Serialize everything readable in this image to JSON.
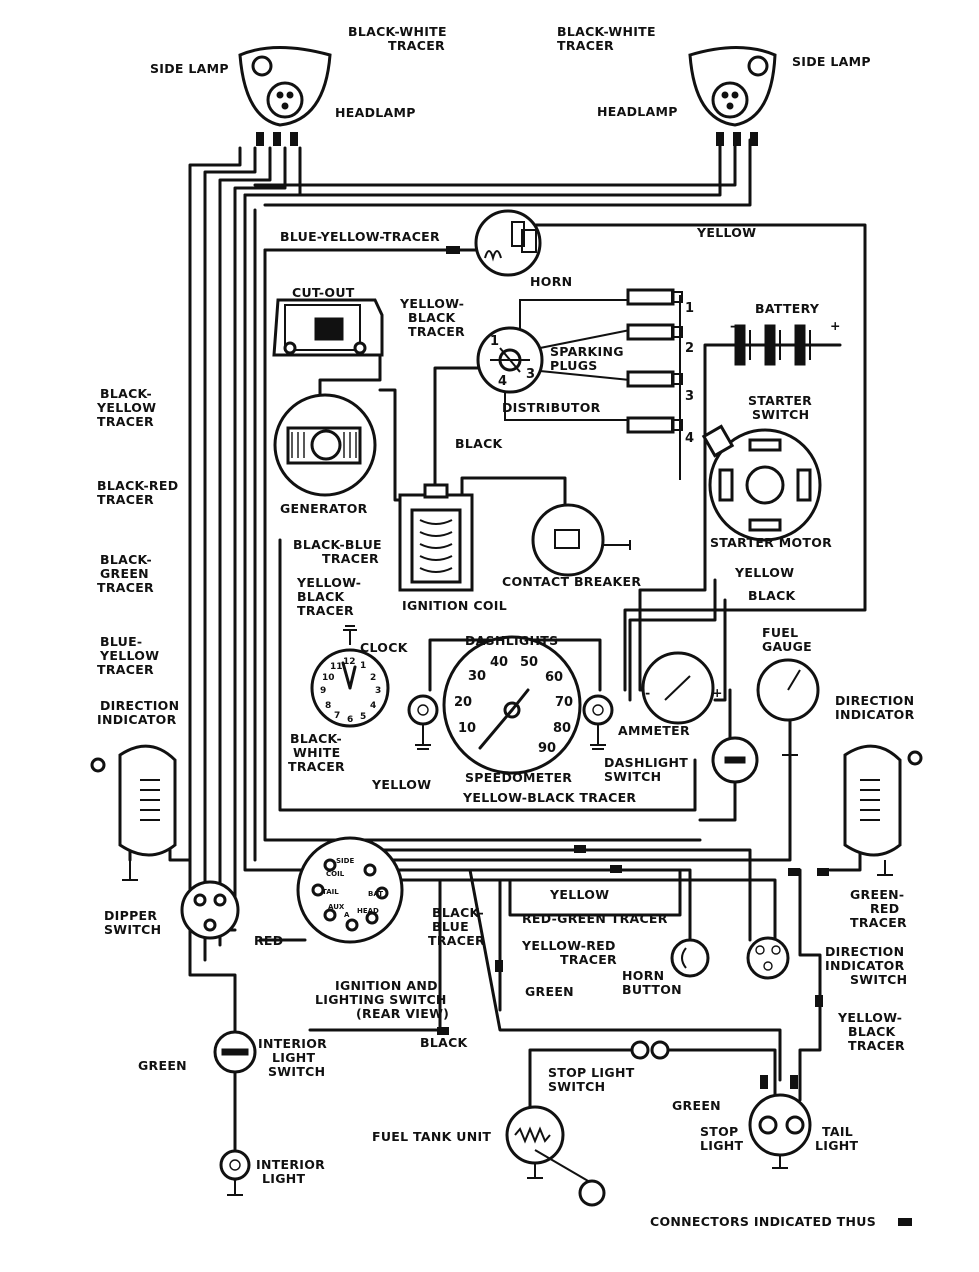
{
  "labels": {
    "side_lamp_l": "SIDE LAMP",
    "side_lamp_r": "SIDE LAMP",
    "bw_tracer_l1": "BLACK-WHITE",
    "bw_tracer_l2": "TRACER",
    "bw_tracer_r1": "BLACK-WHITE",
    "bw_tracer_r2": "TRACER",
    "headlamp_l": "HEADLAMP",
    "headlamp_r": "HEADLAMP",
    "blue_yellow_tracer_top": "BLUE-YELLOW-TRACER",
    "yellow_top": "YELLOW",
    "horn": "HORN",
    "battery": "BATTERY",
    "cut_out": "CUT-OUT",
    "yb_tracer_1": "YELLOW-",
    "yb_tracer_2": "BLACK",
    "yb_tracer_3": "TRACER",
    "sparking_1": "SPARKING",
    "sparking_2": "PLUGS",
    "distributor": "DISTRIBUTOR",
    "starter_switch_1": "STARTER",
    "starter_switch_2": "SWITCH",
    "black_mid": "BLACK",
    "generator": "GENERATOR",
    "starter_motor": "STARTER MOTOR",
    "black_yellow_1": "BLACK-",
    "black_yellow_2": "YELLOW",
    "black_yellow_3": "TRACER",
    "black_red_1": "BLACK-RED",
    "black_red_2": "TRACER",
    "black_green_1": "BLACK-",
    "black_green_2": "GREEN",
    "black_green_3": "TRACER",
    "black_blue_1": "BLACK-BLUE",
    "black_blue_2": "TRACER",
    "yellow_black_l1": "YELLOW-",
    "yellow_black_l2": "BLACK",
    "yellow_black_l3": "TRACER",
    "contact_breaker": "CONTACT BREAKER",
    "ignition_coil": "IGNITION COIL",
    "yellow_right": "YELLOW",
    "black_right": "BLACK",
    "fuel_gauge_1": "FUEL",
    "fuel_gauge_2": "GAUGE",
    "blue_yellow_l1": "BLUE-",
    "blue_yellow_l2": "YELLOW",
    "blue_yellow_l3": "TRACER",
    "clock": "CLOCK",
    "dashlights": "DASHLIGHTS",
    "direction_ind_l1": "DIRECTION",
    "direction_ind_l2": "INDICATOR",
    "direction_ind_r1": "DIRECTION",
    "direction_ind_r2": "INDICATOR",
    "ammeter": "AMMETER",
    "bw_tracer_clock_1": "BLACK-",
    "bw_tracer_clock_2": "WHITE",
    "bw_tracer_clock_3": "TRACER",
    "speedometer": "SPEEDOMETER",
    "dashlight_switch_1": "DASHLIGHT",
    "dashlight_switch_2": "SWITCH",
    "yellow_mid": "YELLOW",
    "yellow_black_tracer_bottom": "YELLOW-BLACK TRACER",
    "yellow_low": "YELLOW",
    "green_red_1": "GREEN-",
    "green_red_2": "RED",
    "green_red_3": "TRACER",
    "dipper_1": "DIPPER",
    "dipper_2": "SWITCH",
    "red": "RED",
    "black_blue_low_1": "BLACK-",
    "black_blue_low_2": "BLUE",
    "black_blue_low_3": "TRACER",
    "red_green_tracer": "RED-GREEN TRACER",
    "yellow_red_1": "YELLOW-RED",
    "yellow_red_2": "TRACER",
    "dir_ind_switch_1": "DIRECTION",
    "dir_ind_switch_2": "INDICATOR",
    "dir_ind_switch_3": "SWITCH",
    "ign_switch_1": "IGNITION AND",
    "ign_switch_2": "LIGHTING SWITCH",
    "ign_switch_3": "(REAR VIEW)",
    "green_low": "GREEN",
    "horn_button_1": "HORN",
    "horn_button_2": "BUTTON",
    "yellow_black_r1": "YELLOW-",
    "yellow_black_r2": "BLACK",
    "yellow_black_r3": "TRACER",
    "black_bottom": "BLACK",
    "green_left": "GREEN",
    "interior_switch_1": "INTERIOR",
    "interior_switch_2": "LIGHT",
    "interior_switch_3": "SWITCH",
    "stop_switch_1": "STOP LIGHT",
    "stop_switch_2": "SWITCH",
    "green_stop": "GREEN",
    "fuel_tank": "FUEL TANK UNIT",
    "stop_light_1": "STOP",
    "stop_light_2": "LIGHT",
    "tail_light_1": "TAIL",
    "tail_light_2": "LIGHT",
    "interior_light_1": "INTERIOR",
    "interior_light_2": "LIGHT",
    "connectors_note": "CONNECTORS INDICATED THUS"
  },
  "plug_numbers": [
    "1",
    "2",
    "3",
    "4"
  ],
  "battery_signs": {
    "neg": "-",
    "pos": "+"
  },
  "ammeter_signs": {
    "neg": "-",
    "pos": "+"
  },
  "speedometer_ticks": [
    "10",
    "20",
    "30",
    "40",
    "50",
    "60",
    "70",
    "80",
    "90"
  ],
  "clock_numbers": [
    "12",
    "1",
    "2",
    "3",
    "4",
    "5",
    "6",
    "7",
    "8",
    "9",
    "10",
    "11"
  ],
  "switch_terminals": [
    "SIDE",
    "COIL",
    "TAIL",
    "AUX",
    "A",
    "HEAD",
    "BAT"
  ],
  "colors": {
    "ink": "#111111",
    "paper": "#ffffff"
  }
}
